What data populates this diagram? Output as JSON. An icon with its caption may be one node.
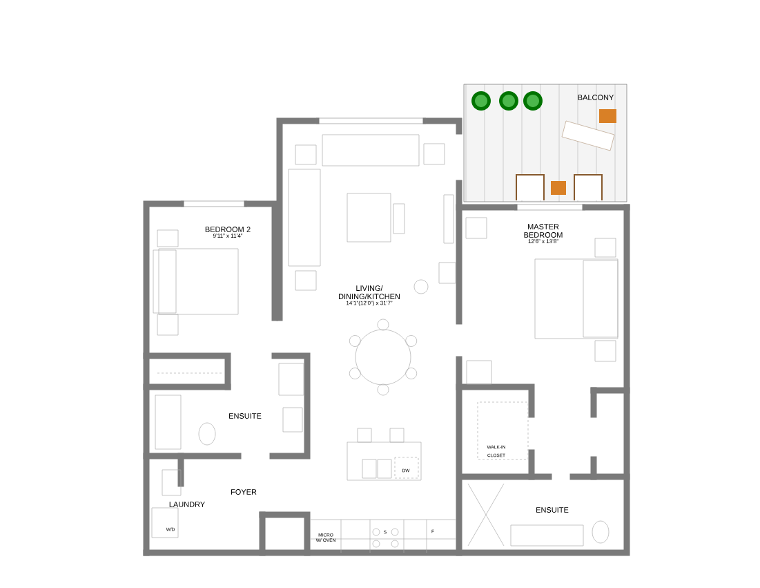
{
  "diagram": {
    "nodes": [
      {
        "text": [
          "BALCONY"
        ]
      },
      {
        "text": [
          "BEDROOM 2",
          "9’11” x 11’4”"
        ]
      },
      {
        "text": [
          "LIVING/ DINING/KITCHEN",
          "14’1”(12’0”) x 31’7”"
        ]
      },
      {
        "text": [
          "MASTER BEDROOM",
          "12’6” x 13’8”"
        ]
      },
      {
        "text": [
          "ENSUITE"
        ]
      },
      {
        "text": [
          "WALK-IN CLOSET"
        ]
      },
      {
        "text": [
          "FOYER"
        ]
      },
      {
        "text": [
          "LAUNDRY"
        ]
      },
      {
        "text": [
          "ENSUITE"
        ]
      }
    ],
    "labels": [
      "DW",
      "W/D",
      "MICRO W/ OVEN",
      "S",
      "F"
    ]
  }
}
